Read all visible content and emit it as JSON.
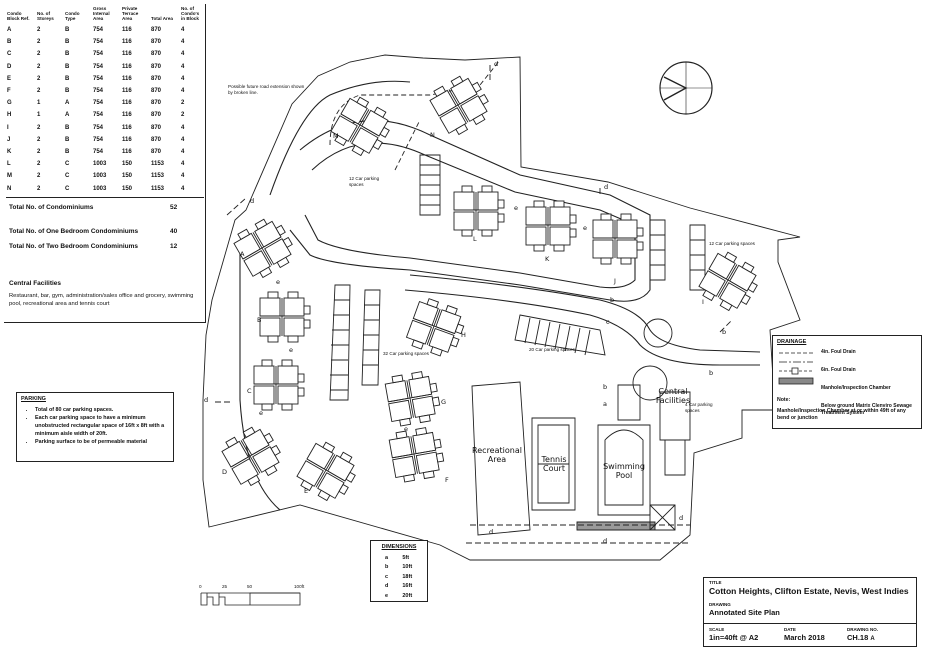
{
  "schedule": {
    "headers": [
      "Condo Block Ref.",
      "No. of Storeys",
      "Condo Type",
      "Gross Internal Area",
      "Private Terrace Area",
      "Total Area",
      "No. of Condo's in Block"
    ],
    "rows": [
      [
        "A",
        "2",
        "B",
        "754",
        "116",
        "870",
        "4"
      ],
      [
        "B",
        "2",
        "B",
        "754",
        "116",
        "870",
        "4"
      ],
      [
        "C",
        "2",
        "B",
        "754",
        "116",
        "870",
        "4"
      ],
      [
        "D",
        "2",
        "B",
        "754",
        "116",
        "870",
        "4"
      ],
      [
        "E",
        "2",
        "B",
        "754",
        "116",
        "870",
        "4"
      ],
      [
        "F",
        "2",
        "B",
        "754",
        "116",
        "870",
        "4"
      ],
      [
        "G",
        "1",
        "A",
        "754",
        "116",
        "870",
        "2"
      ],
      [
        "H",
        "1",
        "A",
        "754",
        "116",
        "870",
        "2"
      ],
      [
        "I",
        "2",
        "B",
        "754",
        "116",
        "870",
        "4"
      ],
      [
        "J",
        "2",
        "B",
        "754",
        "116",
        "870",
        "4"
      ],
      [
        "K",
        "2",
        "B",
        "754",
        "116",
        "870",
        "4"
      ],
      [
        "L",
        "2",
        "C",
        "1003",
        "150",
        "1153",
        "4"
      ],
      [
        "M",
        "2",
        "C",
        "1003",
        "150",
        "1153",
        "4"
      ],
      [
        "N",
        "2",
        "C",
        "1003",
        "150",
        "1153",
        "4"
      ]
    ],
    "totals": [
      {
        "label": "Total No. of Condominiums",
        "value": "52"
      },
      {
        "label": "Total No. of One Bedroom Condominiums",
        "value": "40"
      },
      {
        "label": "Total No. of Two Bedroom Condominiums",
        "value": "12"
      }
    ],
    "facilities_title": "Central Facilities",
    "facilities_text": "Restaurant, bar, gym, administration/sales office and grocery, swimming pool, recreational area and tennis court"
  },
  "parking": {
    "title": "PARKING",
    "items": [
      "Total of 80 car parking spaces.",
      "Each car parking space to have a minimum unobstructed rectangular space of 16ft x 8ft with a minimum aisle width of 20ft.",
      "Parking surface to be of permeable material"
    ]
  },
  "dimensions": {
    "title": "DIMENSIONS",
    "rows": [
      [
        "a",
        "5ft"
      ],
      [
        "b",
        "10ft"
      ],
      [
        "c",
        "18ft"
      ],
      [
        "d",
        "16ft"
      ],
      [
        "e",
        "20ft"
      ]
    ]
  },
  "scale_bar": {
    "labels": [
      "0",
      "25",
      "50",
      "100ft"
    ]
  },
  "drainage": {
    "title": "DRAINAGE",
    "rows": [
      "4in. Foul Drain",
      "6in. Foul Drain",
      "Manhole/Inspection Chamber",
      "Below ground Matrix Clenviro Sewage Treatment System"
    ],
    "note_title": "Note:",
    "note": "Manhole/Inspection Chamber at or within 49ft of any bend or junction"
  },
  "title_block": {
    "title_label": "TITLE",
    "title": "Cotton Heights, Clifton Estate, Nevis, West Indies",
    "drawing_label": "DRAWING",
    "drawing": "Annotated Site Plan",
    "scale_label": "SCALE",
    "scale": "1in=40ft @ A2",
    "date_label": "DATE",
    "date": "March 2018",
    "number_label": "DRAWING NO.",
    "number": "CH.18",
    "revision": "A"
  },
  "plan": {
    "road_note": "Possible future road extension shown by broken line.",
    "parking_notes": [
      "12 Car parking spaces",
      "12 Car parking spaces",
      "32 Car parking spaces",
      "20 Car parking spaces",
      "4 Car parking spaces"
    ],
    "areas": [
      "Central Facilities",
      "Recreational Area",
      "Tennis Court",
      "Swimming Pool"
    ],
    "blocks": [
      "A",
      "B",
      "C",
      "D",
      "E",
      "F",
      "G",
      "H",
      "I",
      "J",
      "K",
      "L",
      "M",
      "N"
    ],
    "dim_letters": [
      "a",
      "b",
      "c",
      "d",
      "e"
    ]
  }
}
